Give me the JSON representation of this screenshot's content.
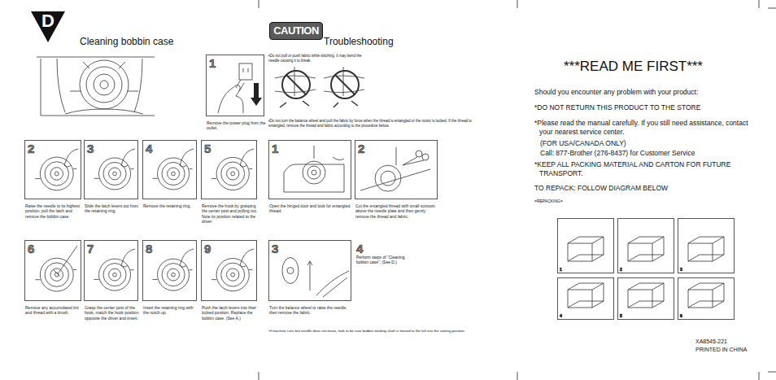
{
  "diagram": {
    "title": "***READ ME FIRST***",
    "nodes": [
      {
        "text": [
          "D"
        ]
      },
      {
        "text": [
          "1",
          "Remove the power plug from the outlet."
        ]
      },
      {
        "text": [
          "2",
          "Raise the needle to its highest position, pull the latch and remove the bobbin case."
        ]
      },
      {
        "text": [
          "3",
          "Slide the latch levers out from the retaining ring."
        ]
      },
      {
        "text": [
          "4",
          "Remove the retaining ring."
        ]
      },
      {
        "text": [
          "5",
          "Remove the hook by grasping the center post and pulling out. Note its position related to the driver."
        ]
      },
      {
        "text": [
          "6",
          "Remove any accumulated lint and thread with a brush."
        ]
      },
      {
        "text": [
          "7",
          "Grasp the center post of the hook, match the hook position opposite the driver and insert."
        ]
      },
      {
        "text": [
          "8",
          "Insert the retaining ring with the notch up."
        ]
      },
      {
        "text": [
          "9",
          "Push the latch levers into their locked position. Replace the bobbin case. (See A.)"
        ]
      },
      {
        "text": [
          "CAUTION"
        ]
      },
      {
        "text": [
          "1",
          "Open the hinged door and look for entangled thread."
        ]
      },
      {
        "text": [
          "2",
          "Cut the entangled thread with small scissors above the needle plate and then gently remove the thread and fabric."
        ]
      },
      {
        "text": [
          "3",
          "Turn the balance wheel to raise the needle, then remove the fabric."
        ]
      },
      {
        "text": [
          "1"
        ]
      },
      {
        "text": [
          "2"
        ]
      },
      {
        "text": [
          "3"
        ]
      },
      {
        "text": [
          "4"
        ]
      },
      {
        "text": [
          "5"
        ]
      },
      {
        "text": [
          "6"
        ]
      }
    ],
    "labels": [
      "Cleaning bobbin case",
      "Troubleshooting",
      "•Do not pull or push fabric while stitching. It may bend the needle causing it to break.",
      "•Do not turn the balance wheel and pull the fabric by force when the thread is entangled or the motor is locked. If the thread is entangled, remove the thread and fabric according to the procedure below.",
      "4",
      "Perform steps of “Cleaning bobbin case”. (See D.)",
      "•If machine runs but needle does not move, look to be sure bobbin winding shaft is moved to the left into the sewing position.",
      "Should you encounter any problem with your product:",
      "*DO NOT RETURN THIS PRODUCT TO THE STORE",
      "*Please read the manual carefully. If you still need assistance, contact your nearest service center.",
      "(FOR USA/CANADA ONLY)",
      "Call: 877-Brother (276-8437) for Customer Service",
      "*KEEP ALL PACKING MATERIAL AND CARTON FOR FUTURE TRANSPORT.",
      "TO REPACK: FOLLOW DIAGRAM BELOW",
      "=REPACKING=",
      "XA8545-221",
      "PRINTED IN CHINA"
    ]
  }
}
